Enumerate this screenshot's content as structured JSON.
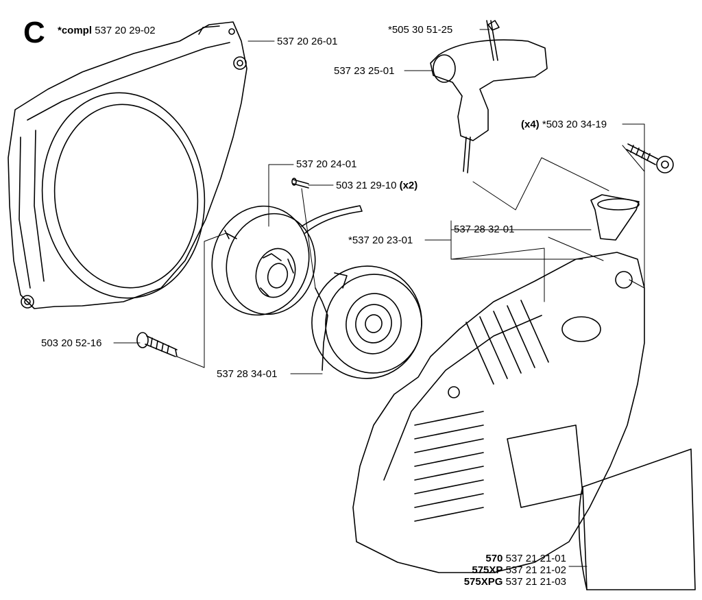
{
  "section_letter": "C",
  "labels": {
    "compl_prefix": "*compl",
    "compl_part": "537 20 29-02",
    "p_537_20_26_01": "537 20 26-01",
    "p_505_30_51_25": "*505 30 51-25",
    "p_537_23_25_01": "537 23 25-01",
    "qty_x4": "(x4)",
    "p_503_20_34_19": "*503 20 34-19",
    "p_537_20_24_01": "537 20 24-01",
    "p_503_21_29_10": "503 21 29-10",
    "qty_x2": "(x2)",
    "p_537_28_32_01": "537 28 32-01",
    "p_537_20_23_01": "*537 20 23-01",
    "p_503_20_52_16": "503 20 52-16",
    "p_537_28_34_01": "537 28 34-01"
  },
  "variants": [
    {
      "model": "570",
      "part": "537 21 21-01"
    },
    {
      "model": "575XP",
      "part": "537 21 21-02"
    },
    {
      "model": "575XPG",
      "part": "537 21 21-03"
    }
  ],
  "colors": {
    "line": "#000000",
    "background": "#ffffff"
  }
}
